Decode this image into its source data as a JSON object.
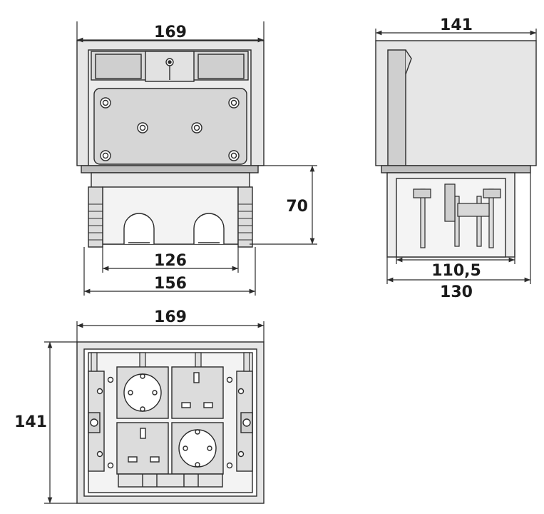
{
  "drawing": {
    "views": {
      "front": {
        "width_top": "169",
        "depth": "70",
        "inner_width": "126",
        "outer_width": "156"
      },
      "side": {
        "width_top": "141",
        "inner_width": "110,5",
        "outer_width": "130"
      },
      "top": {
        "width": "169",
        "height": "141"
      }
    },
    "colors": {
      "line": "#2b2b2b",
      "fill": "#e3e3e3",
      "fill_dark": "#bdbdbd",
      "background": "#ffffff"
    }
  }
}
